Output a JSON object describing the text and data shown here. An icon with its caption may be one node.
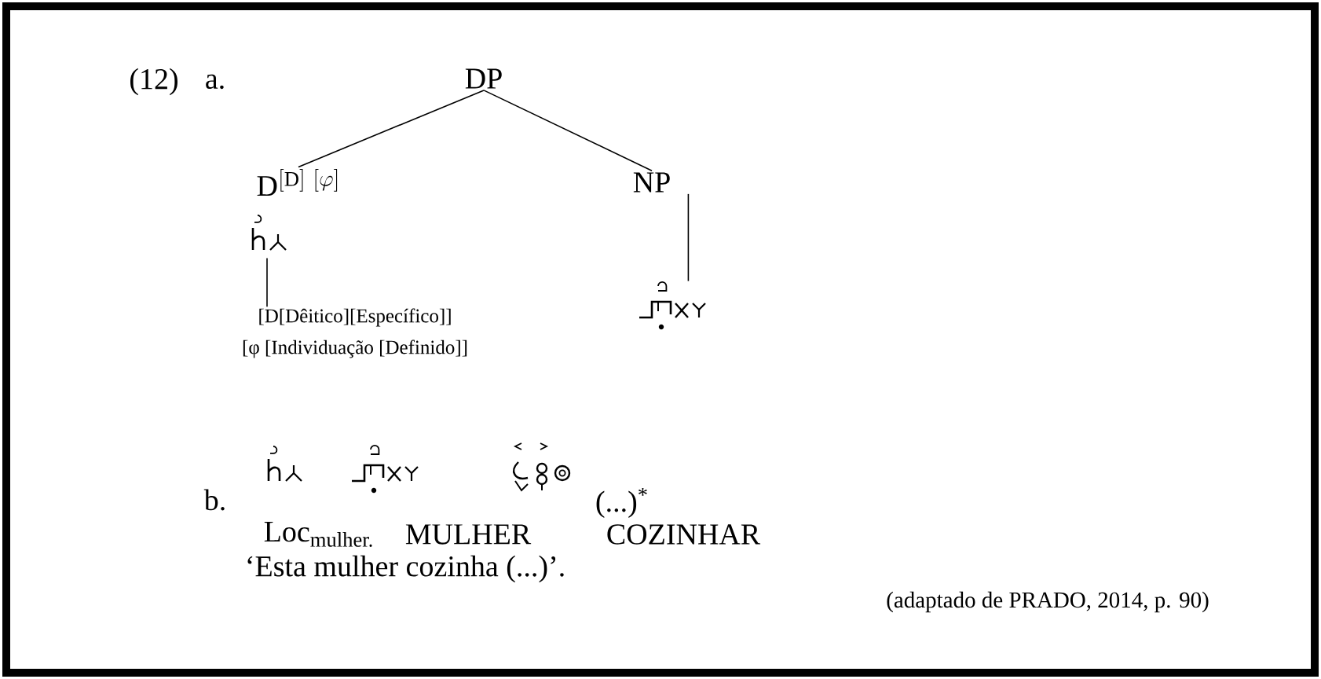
{
  "diagram": {
    "nodes": [
      {
        "text": [
          "DP"
        ]
      },
      {
        "text": [
          "\\mathrm{D}^{[\\mathrm{D}]\\ [\\varphi]}"
        ]
      },
      {
        "text": [],
        "shape": "picture"
      },
      {
        "text": [
          "[D[Dêitico][Específico]]",
          "[φ [Individuação [Definido]]"
        ]
      },
      {
        "text": [
          "NP"
        ]
      },
      {
        "text": [],
        "shape": "picture"
      }
    ],
    "edges": [
      {
        "from": 0,
        "to": 1,
        "arrow": "none"
      },
      {
        "from": 0,
        "to": 4,
        "arrow": "none"
      },
      {
        "from": 2,
        "to": 3,
        "arrow": "none"
      },
      {
        "from": 4,
        "to": 5,
        "arrow": "none"
      }
    ],
    "labels": [
      "(12)",
      "a.",
      "b.",
      "(...)$^{*}$",
      "Loc$_{mulher.}$",
      "MULHER",
      "COZINHAR",
      "‘Esta mulher cozinha  (...)’.",
      "(adaptado de PRADO, 2014, p. 90)"
    ]
  }
}
